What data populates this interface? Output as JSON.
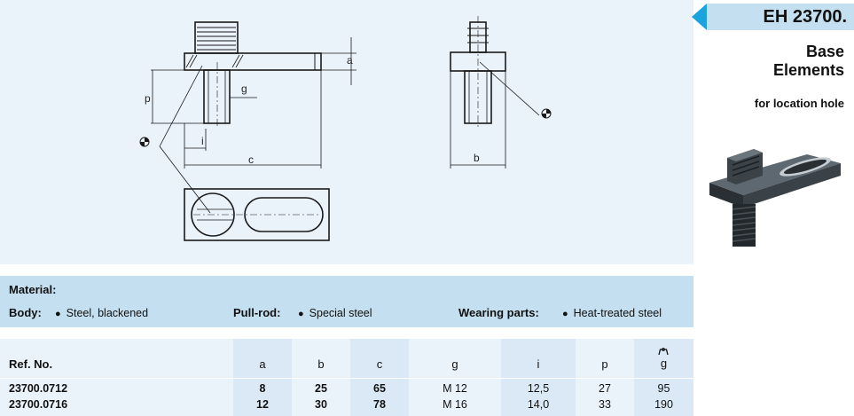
{
  "header": {
    "code": "EH 23700.",
    "accent_color": "#1aa3dc",
    "tab_color": "#c3dff0"
  },
  "product": {
    "title_line1": "Base",
    "title_line2": "Elements",
    "subtitle": "for location hole"
  },
  "drawing": {
    "labels": {
      "a": "a",
      "b": "b",
      "c": "c",
      "g": "g",
      "i": "i",
      "p": "p"
    }
  },
  "material": {
    "heading": "Material:",
    "body_label": "Body:",
    "body_value": "Steel, blackened",
    "pullrod_label": "Pull-rod:",
    "pullrod_value": "Special steel",
    "wearing_label": "Wearing parts:",
    "wearing_value": "Heat-treated steel",
    "bullet": "●"
  },
  "table": {
    "headers": [
      "Ref. No.",
      "a",
      "b",
      "c",
      "g",
      "i",
      "p",
      "g"
    ],
    "weight_icon": "weight-icon",
    "rows": [
      [
        "23700.0712",
        "8",
        "25",
        "65",
        "M  12",
        "12,5",
        "27",
        "95"
      ],
      [
        "23700.0716",
        "12",
        "30",
        "78",
        "M  16",
        "14,0",
        "33",
        "190"
      ]
    ]
  }
}
